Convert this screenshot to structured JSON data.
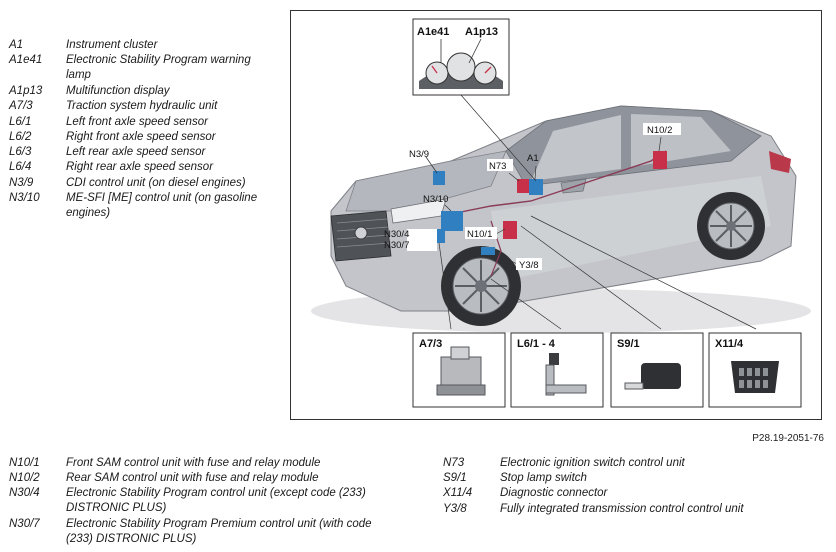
{
  "legend_top": [
    {
      "code": "A1",
      "desc": "Instrument cluster"
    },
    {
      "code": "A1e41",
      "desc": "Electronic Stability Program warning lamp"
    },
    {
      "code": "A1p13",
      "desc": "Multifunction display"
    },
    {
      "code": "A7/3",
      "desc": "Traction system hydraulic unit"
    },
    {
      "code": "L6/1",
      "desc": "Left front axle speed sensor"
    },
    {
      "code": "L6/2",
      "desc": "Right front axle speed sensor"
    },
    {
      "code": "L6/3",
      "desc": "Left rear axle speed sensor"
    },
    {
      "code": "L6/4",
      "desc": "Right rear axle speed sensor"
    },
    {
      "code": "N3/9",
      "desc": "CDI control unit (on diesel engines)"
    },
    {
      "code": "N3/10",
      "desc": "ME-SFI [ME] control unit (on gasoline engines)"
    }
  ],
  "legend_bottom_left": [
    {
      "code": "N10/1",
      "desc": "Front SAM control unit with fuse and relay module"
    },
    {
      "code": "N10/2",
      "desc": "Rear SAM control unit with fuse and relay module"
    },
    {
      "code": "N30/4",
      "desc": "Electronic Stability Program control unit (except code (233) DISTRONIC PLUS)"
    },
    {
      "code": "N30/7",
      "desc": "Electronic Stability Program Premium control unit (with code (233) DISTRONIC PLUS)"
    }
  ],
  "legend_bottom_right": [
    {
      "code": "N73",
      "desc": "Electronic ignition switch control unit"
    },
    {
      "code": "S9/1",
      "desc": "Stop lamp switch"
    },
    {
      "code": "X11/4",
      "desc": "Diagnostic connector"
    },
    {
      "code": "Y3/8",
      "desc": "Fully integrated transmission control control unit"
    }
  ],
  "figure": {
    "callouts": {
      "a1e41": "A1e41",
      "a1p13": "A1p13",
      "n3_9": "N3/9",
      "n73": "N73",
      "a1": "A1",
      "n10_2": "N10/2",
      "n3_10": "N3/10",
      "n30_4": "N30/4",
      "n30_7": "N30/7",
      "n10_1": "N10/1",
      "y3_8": "Y3/8"
    },
    "insets": {
      "a7_3": "A7/3",
      "l6_1_4": "L6/1 - 4",
      "s9_1": "S9/1",
      "x11_4": "X11/4"
    },
    "reference": "P28.19-2051-76"
  },
  "colors": {
    "component_blue": "#2f7fc1",
    "component_red": "#c8304a",
    "car_body": "#c3c5ca"
  }
}
